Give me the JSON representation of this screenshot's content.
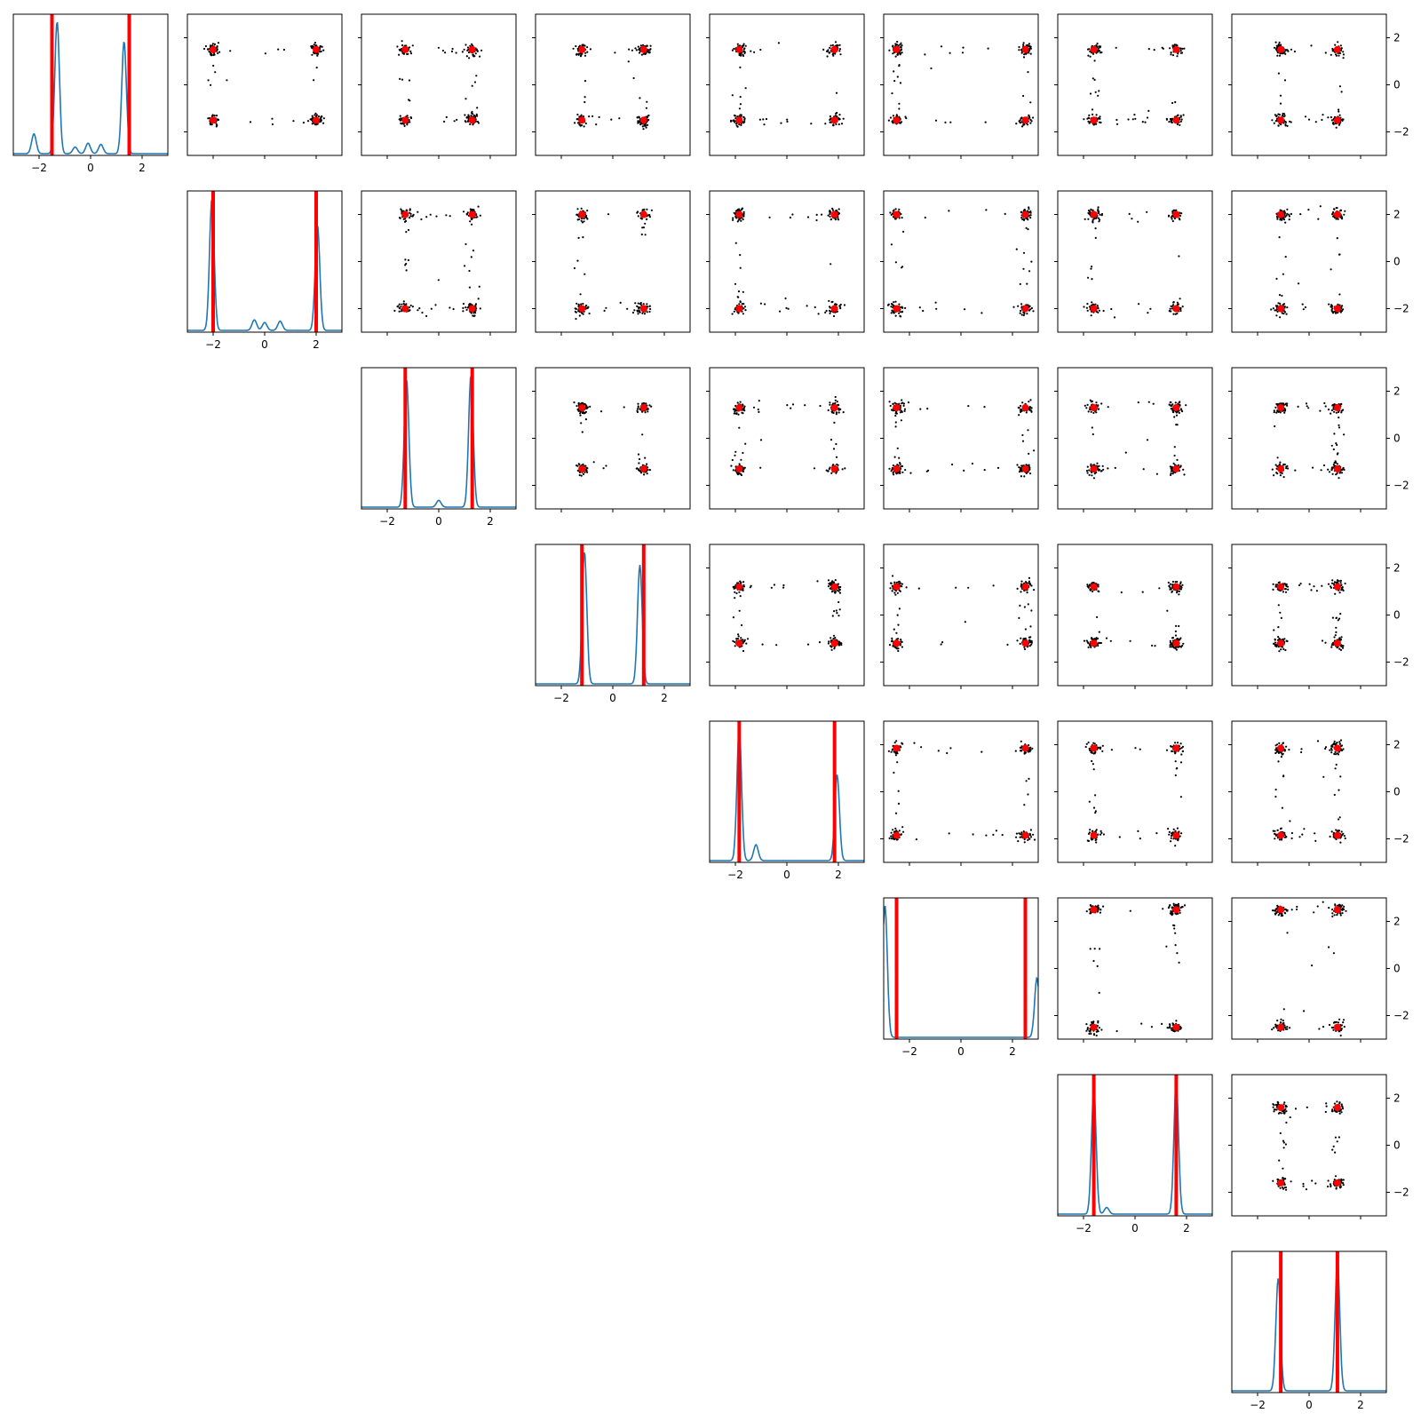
{
  "chart_data": {
    "type": "scatter",
    "description_kind": "pairplot-corner",
    "n_dims": 8,
    "xlim": [
      -3,
      3
    ],
    "ylim": [
      -3,
      3
    ],
    "tick_values": [
      -2,
      0,
      2
    ],
    "tick_labels": [
      "−2",
      "0",
      "2"
    ],
    "diagonal_type": "line",
    "off_diagonal_type": "scatter",
    "red_markers": [
      [
        -1.5,
        1.5
      ],
      [
        -2.0,
        2.0
      ],
      [
        -1.3,
        1.3
      ],
      [
        -1.2,
        1.2
      ],
      [
        -1.85,
        1.85
      ],
      [
        -2.5,
        2.5
      ],
      [
        -1.6,
        1.6
      ],
      [
        -1.1,
        1.1
      ]
    ],
    "diagonal_density_peaks": [
      [
        [
          -2.2,
          0.15
        ],
        [
          -1.3,
          1.0
        ],
        [
          -0.6,
          0.05
        ],
        [
          -0.1,
          0.08
        ],
        [
          0.4,
          0.07
        ],
        [
          1.3,
          0.85
        ]
      ],
      [
        [
          -2.05,
          1.0
        ],
        [
          -0.4,
          0.08
        ],
        [
          0.0,
          0.06
        ],
        [
          0.6,
          0.07
        ],
        [
          2.05,
          0.8
        ]
      ],
      [
        [
          -1.25,
          0.95
        ],
        [
          0.0,
          0.05
        ],
        [
          1.25,
          0.98
        ]
      ],
      [
        [
          -1.1,
          1.0
        ],
        [
          1.05,
          0.9
        ]
      ],
      [
        [
          -1.85,
          1.0
        ],
        [
          -1.2,
          0.12
        ],
        [
          1.95,
          0.65
        ]
      ],
      [
        [
          -2.95,
          1.0
        ],
        [
          2.95,
          0.45
        ]
      ],
      [
        [
          -1.6,
          0.95
        ],
        [
          -1.1,
          0.05
        ],
        [
          1.6,
          1.0
        ]
      ],
      [
        [
          -1.2,
          0.85
        ],
        [
          1.1,
          1.0
        ]
      ]
    ],
    "colors": {
      "density_line": "#1f77b4",
      "marker_line": "#ff0000",
      "scatter_points": "#000000",
      "red_points": "#ff0000",
      "axes": "#000000"
    },
    "legend": "none",
    "grid": false
  }
}
